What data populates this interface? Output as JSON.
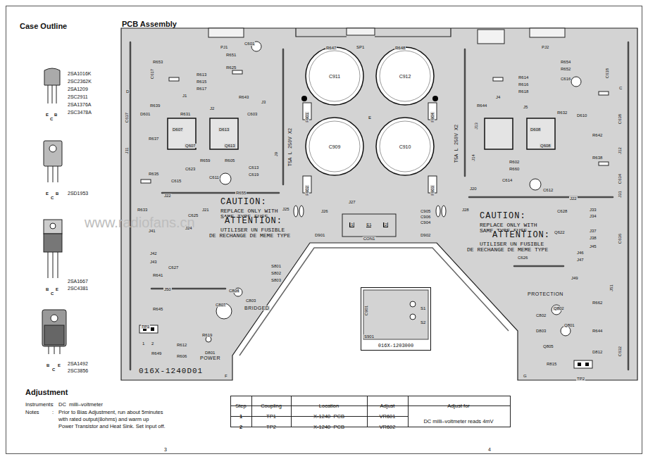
{
  "diagram": {
    "nodes": [
      {
        "text": [
          "PCB Assembly"
        ]
      },
      {
        "text": [
          "C911"
        ],
        "in": 0
      },
      {
        "text": [
          "C912"
        ],
        "in": 0
      },
      {
        "text": [
          "C909"
        ],
        "in": 0
      },
      {
        "text": [
          "C910"
        ],
        "in": 0
      },
      {
        "text": [
          "016X-1203000"
        ],
        "in": 0
      }
    ],
    "labels": [
      "Case Outline",
      "2SA1016K",
      "2SC2362K",
      "2SA1209",
      "2SC2911",
      "2SA1376A",
      "2SC3478A",
      "E",
      "C",
      "B",
      "2SD1953",
      "E",
      "C",
      "B",
      "2SA1667",
      "2SC4381",
      "B",
      "C",
      "E",
      "2SA1492",
      "2SC3856",
      "B",
      "C",
      "E",
      "www.radiofans.cn",
      "Adjustment",
      "Instruments",
      ":",
      "DC  milli–voltmeter",
      "Notes",
      ":",
      "Prior to Bias Adjustment, run about 5minutes",
      "with rated output(8ohms) and warm up",
      "Power Transistor and Heat Sink. Set input off.",
      "Step",
      "Coupling",
      "Location",
      "Adjust",
      "Adjust for",
      "1",
      "TP1",
      "X-1240  PCB",
      "VR601",
      "DC milli–voltmeter reads 4mV",
      "2",
      "TP2",
      "X-1240  PCB",
      "VR602",
      "3",
      "4",
      "PJ1",
      "R653",
      "R651",
      "R625",
      "C601",
      "C617",
      "R613",
      "R615",
      "R617",
      "J1",
      "R643",
      "R639",
      "R631",
      "J2",
      "J3",
      "C603",
      "C637",
      "D601",
      "D607",
      "Q607",
      "D613",
      "Q613",
      "R637",
      "J11",
      "R659",
      "R605",
      "C623",
      "C613",
      "C619",
      "J9",
      "R635",
      "C615",
      "C611",
      "J22",
      "R655",
      "R633",
      "C625",
      "J21",
      "J24",
      "J41",
      "J42",
      "J43",
      "C627",
      "R641",
      "J50",
      "R645",
      "TP1",
      "1",
      "2",
      "C807",
      "C804",
      "C803",
      "BRIDGED",
      "S801",
      "S802",
      "S803",
      "R619",
      "R612",
      "D801",
      "POWER",
      "R606",
      "R649",
      "016X-1240D01",
      "D",
      "F",
      "SP1",
      "R647",
      "R648",
      "E",
      "F901",
      "F902",
      "F904",
      "F903",
      "T5A L 250V X2",
      "T5A L 250V X2",
      "J27",
      "J26",
      "J25",
      "J28",
      "1",
      "E1",
      "2",
      "CON1",
      "D901",
      "D902",
      "C905",
      "C906",
      "C904",
      "CAUTION:",
      "REPLACE ONLY WITH",
      "SAME TYPE FUSE",
      "ATTENTION:",
      "UTILISER UN FUSIBLE",
      "DE RECHANGE DE MEME TYPE",
      "CAUTION:",
      "REPLACE ONLY WITH",
      "SAME TYPE FUSE",
      "ATTENTION:",
      "UTILISER UN FUSIBLE",
      "DE RECHANGE DE MEME TYPE",
      "C901",
      "S1",
      "S2",
      "S901",
      "PJ2",
      "R654",
      "R652",
      "C616",
      "C618",
      "R614",
      "R616",
      "R618",
      "J4",
      "R644",
      "J5",
      "R632",
      "J13",
      "D610",
      "C638",
      "D608",
      "Q608",
      "R642",
      "J12",
      "R638",
      "J14",
      "R602",
      "R660",
      "C614",
      "C612",
      "C634",
      "J31",
      "J20",
      "J22",
      "J33",
      "J34",
      "C628",
      "Q622",
      "C626",
      "J37",
      "J38",
      "J45",
      "J46",
      "J47",
      "C636",
      "J49",
      "J51",
      "PROTECTION",
      "R662",
      "Q802",
      "C802",
      "Q801",
      "D803",
      "R644",
      "Q805",
      "D812",
      "C632",
      "R815",
      "TP2",
      "C",
      "G"
    ]
  }
}
